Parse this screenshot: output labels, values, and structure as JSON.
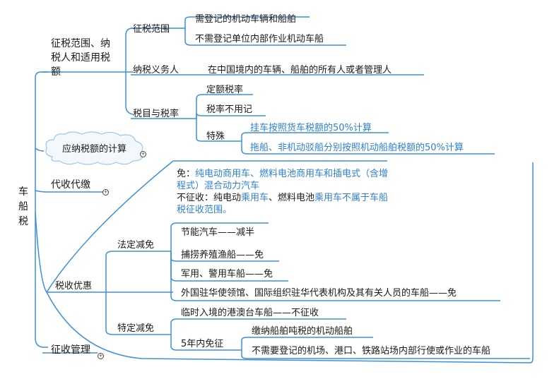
{
  "root": "车\n船\n税",
  "branches": {
    "scope": {
      "label": "征税范围、纳税人和适用税额",
      "tax_scope": {
        "label": "征税范围",
        "items": [
          "需登记的机动车辆和船舶",
          "不需登记单位内部作业机动车船"
        ]
      },
      "taxpayer": {
        "label": "纳税义务人",
        "desc": "在中国境内的车辆、船舶的所有人或者管理人"
      },
      "items_rates": {
        "label": "税目与税率",
        "items": [
          "定额税率",
          "税率不用记"
        ],
        "special": {
          "label": "特殊",
          "items": [
            "挂车按照货车税额的50%计算",
            "拖船、非机动驳船分别按照机动船舶税额的50%计算"
          ]
        }
      }
    },
    "calc": {
      "label": "应纳税额的计算"
    },
    "withhold": {
      "label": "代收代缴"
    },
    "preference": {
      "label": "税收优惠",
      "note": {
        "exempt_prefix": "免：",
        "exempt_text": "纯电动商用车、燃料电池商用车和插电式（含增程式）混合动力汽车",
        "nontax_prefix": "不征收：纯电动",
        "nontax_blue1": "乘用车",
        "nontax_mid": "、燃料电池",
        "nontax_blue2": "乘用车不属于车船税征收范围。"
      },
      "statutory": {
        "label": "法定减免",
        "items": [
          "节能汽车——减半",
          "捕捞养殖渔船——免",
          "军用、警用车船——免",
          "外国驻华使领馆、国际组织驻华代表机构及其有关人员的车船——免"
        ]
      },
      "specific": {
        "label": "特定减免",
        "items": [
          "临时入境的港澳台车船——不征收"
        ],
        "five_year": {
          "label": "5年内免征",
          "items": [
            "缴纳船舶吨税的机动船舶",
            "不需要登记的机场、港口、铁路站场内部行使或作业的车船"
          ]
        }
      }
    },
    "admin": {
      "label": "征收管理"
    }
  },
  "colors": {
    "line": "#3d8fe0",
    "blue_text": "#2f7fd1",
    "cloud_stroke": "#9ac4ee",
    "cloud_fill": "#f3f8fd"
  },
  "icons": [
    "expand-toggle-icon"
  ]
}
